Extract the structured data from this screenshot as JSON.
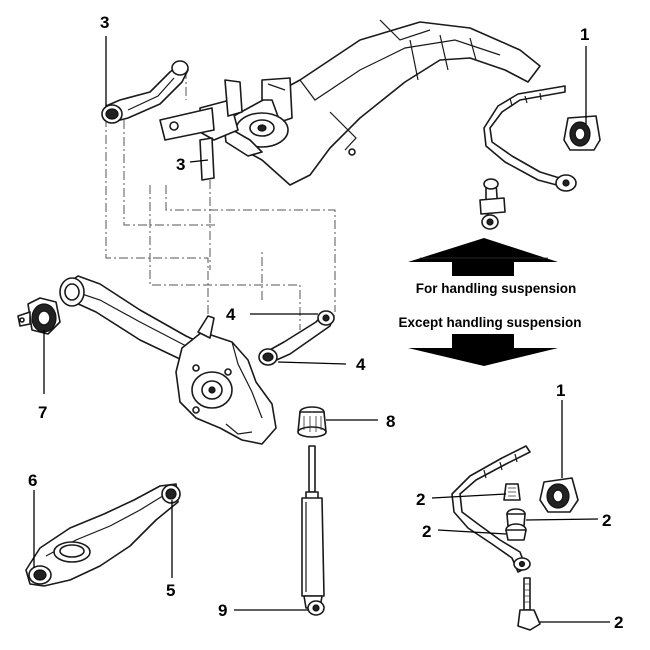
{
  "callouts": {
    "c1_top": "1",
    "c1_bottom": "1",
    "c2_a": "2",
    "c2_b": "2",
    "c2_c": "2",
    "c2_d": "2",
    "c3_top": "3",
    "c3_mid": "3",
    "c4_a": "4",
    "c4_b": "4",
    "c5": "5",
    "c6": "6",
    "c7": "7",
    "c8": "8",
    "c9": "9"
  },
  "captions": {
    "for_handling": "For handling suspension",
    "except_handling": "Except handling suspension"
  }
}
